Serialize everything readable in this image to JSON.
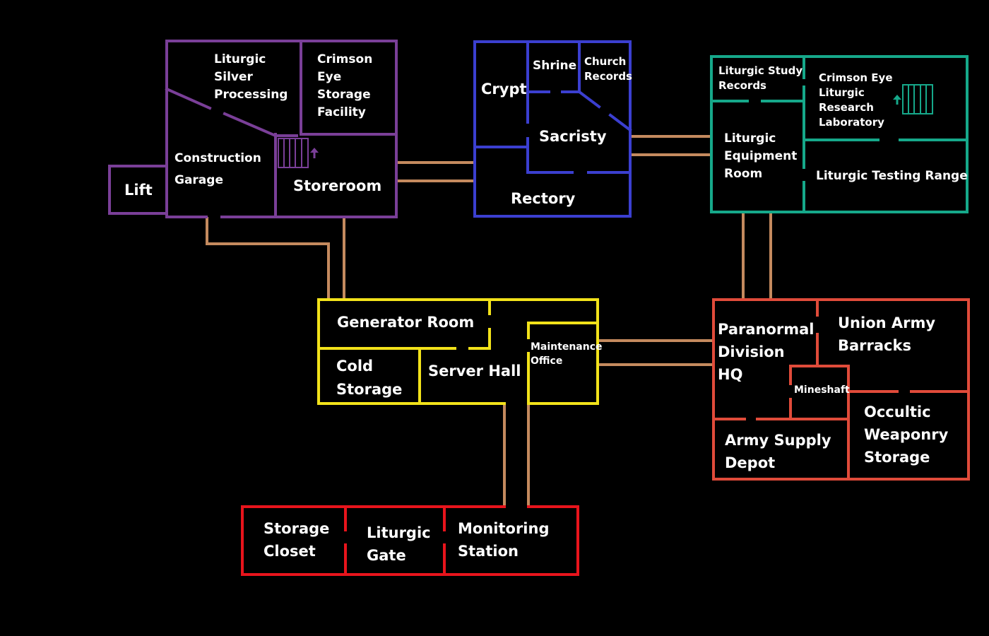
{
  "colors": {
    "background": "#000000",
    "corridor": "#c48a5e",
    "purple_wing": "#7a3f98",
    "blue_wing": "#3b3fd0",
    "teal_wing": "#16a88a",
    "yellow_wing": "#f2e21a",
    "orange_wing": "#e04b3a",
    "red_wing": "#e8141c",
    "label": "#ffffff"
  },
  "wings": {
    "purple": {
      "rooms": {
        "silver": "Liturgic\nSilver\nProcessing",
        "crimson_storage": "Crimson\nEye\nStorage\nFacility",
        "garage": "Construction\nGarage",
        "lift": "Lift",
        "storeroom": "Storeroom"
      }
    },
    "blue": {
      "rooms": {
        "crypt": "Crypt",
        "shrine": "Shrine",
        "records": "Church\nRecords",
        "sacristy": "Sacristy",
        "rectory": "Rectory"
      }
    },
    "teal": {
      "rooms": {
        "study": "Liturgic Study\nRecords",
        "lab": "Crimson Eye\nLiturgic\nResearch\nLaboratory",
        "equipment": "Liturgic\nEquipment\nRoom",
        "testing": "Liturgic Testing Range"
      }
    },
    "yellow": {
      "rooms": {
        "generator": "Generator Room",
        "cold": "Cold\nStorage",
        "server": "Server Hall",
        "maintenance": "Maintenance\nOffice"
      }
    },
    "orange": {
      "rooms": {
        "hq": "Paranormal\nDivision\nHQ",
        "barracks": "Union Army\nBarracks",
        "mineshaft": "Mineshaft",
        "supply": "Army Supply\nDepot",
        "weaponry": "Occultic\nWeaponry\nStorage"
      }
    },
    "red": {
      "rooms": {
        "closet": "Storage\nCloset",
        "gate": "Liturgic\nGate",
        "monitoring": "Monitoring\nStation"
      }
    }
  },
  "stairs": [
    {
      "name": "purple-stairs-icon",
      "direction": "up"
    },
    {
      "name": "teal-stairs-icon",
      "direction": "up"
    }
  ]
}
